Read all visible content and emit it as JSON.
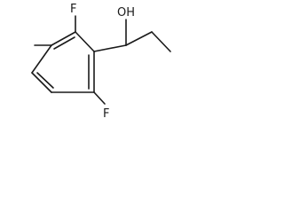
{
  "labels": {
    "fluoro_top": "F",
    "hydroxyl": "OH",
    "fluoro_bottom": "F"
  },
  "colors": {
    "ink": "#1a1a1a",
    "background": "#ffffff"
  }
}
